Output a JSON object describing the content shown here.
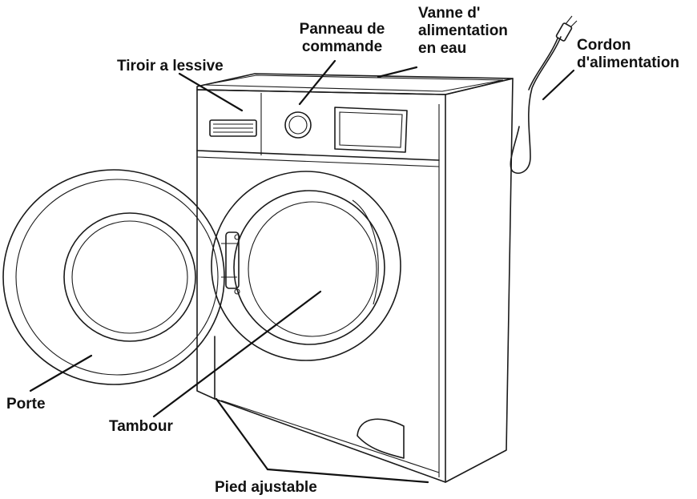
{
  "labels": {
    "water_valve": "Vanne d'\nalimentation\nen eau",
    "control_panel": "Panneau de\ncommande",
    "detergent_drawer": "Tiroir a lessive",
    "power_cord": "Cordon\nd'alimentation",
    "door": "Porte",
    "drum": "Tambour",
    "adjustable_feet": "Pied ajustable"
  },
  "colors": {
    "line": "#1a1a1a",
    "background": "#ffffff"
  }
}
